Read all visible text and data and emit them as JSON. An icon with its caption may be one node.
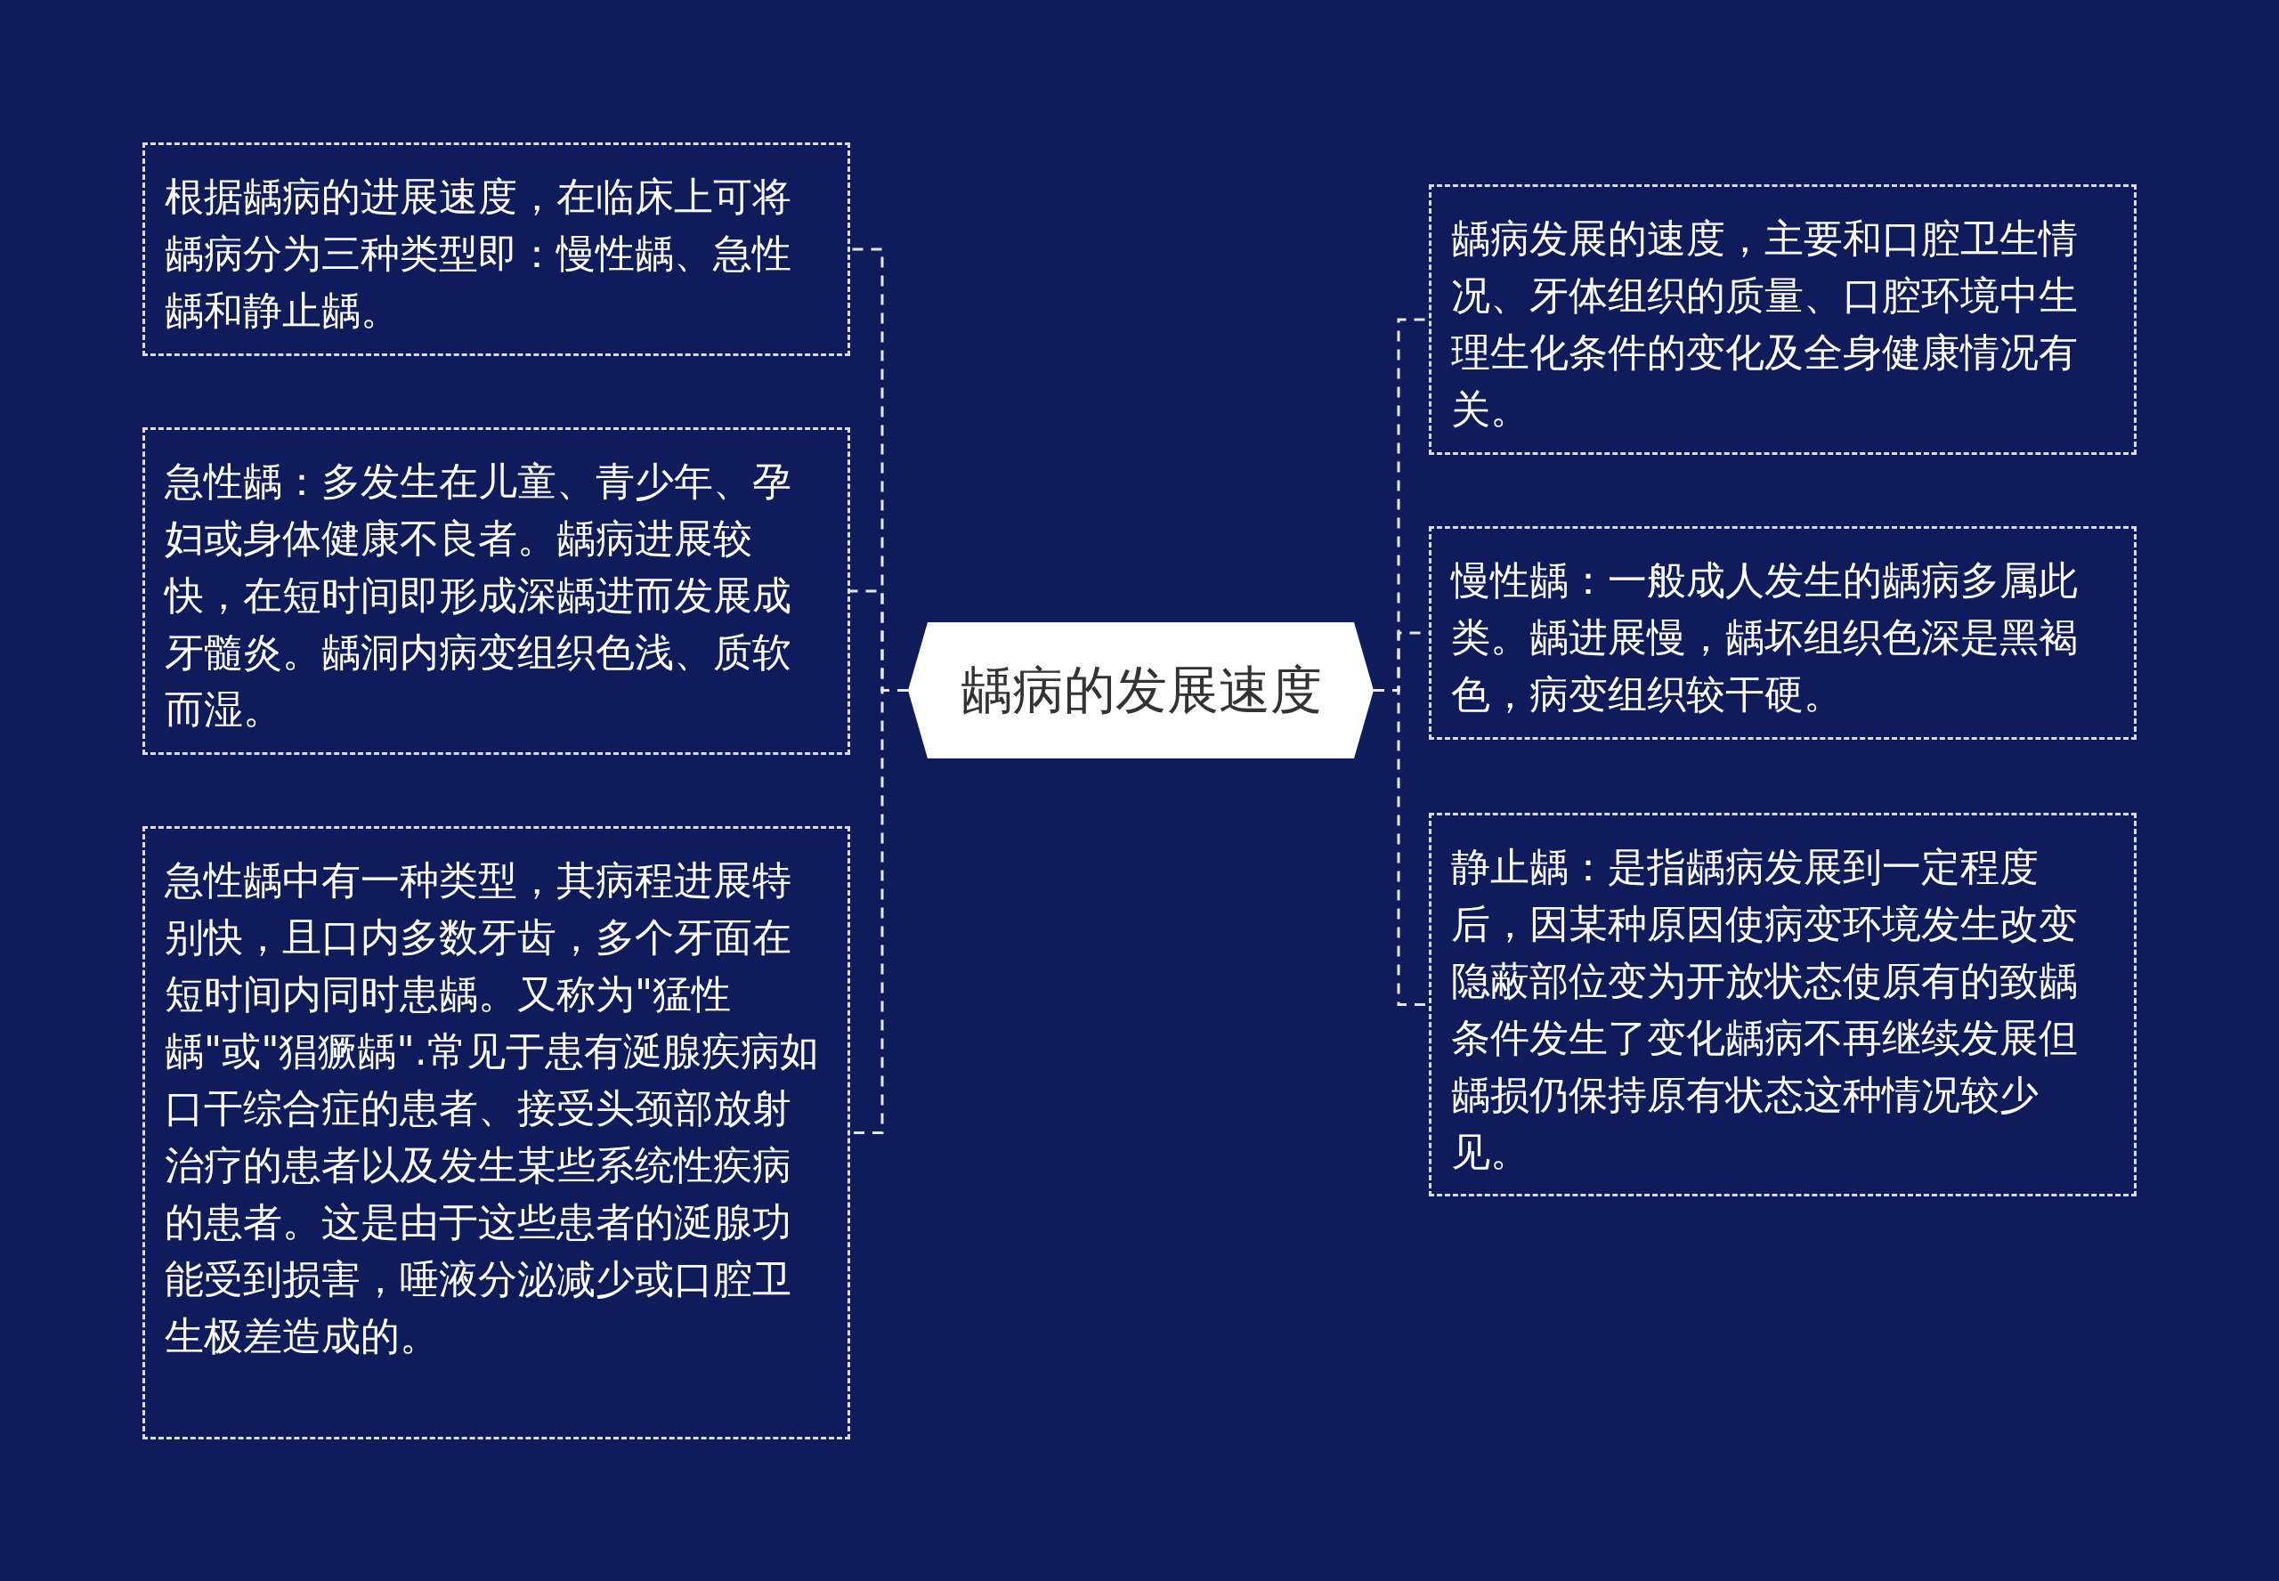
{
  "diagram": {
    "nodes": [
      {
        "text": [
          "龋病的发展速度"
        ]
      },
      {
        "text": [
          "根据龋病的进展速度，在临床上可将龋病分为三种类型即：慢性龋、急性龋和静止龋。"
        ]
      },
      {
        "text": [
          "急性龋：多发生在儿童、青少年、孕妇或身体健康不良者。龋病进展较快，在短时间即形成深龋进而发展成牙髓炎。龋洞内病变组织色浅、质软而湿。"
        ]
      },
      {
        "text": [
          "急性龋中有一种类型，其病程进展特别快，且口内多数牙齿，多个牙面在短时间内同时患龋。又称为\"猛性龋\"或\"猖獗龋\".常见于患有涎腺疾病如口干综合症的患者、接受头颈部放射治疗的患者以及发生某些系统性疾病的患者。这是由于这些患者的涎腺功能受到损害，唾液分泌减少或口腔卫生极差造成的。"
        ]
      },
      {
        "text": [
          "龋病发展的速度，主要和口腔卫生情况、牙体组织的质量、口腔环境中生理生化条件的变化及全身健康情况有关。"
        ]
      },
      {
        "text": [
          "慢性龋：一般成人发生的龋病多属此类。龋进展慢，龋坏组织色深是黑褐色，病变组织较干硬。"
        ]
      },
      {
        "text": [
          "静止龋：是指龋病发展到一定程度后，因某种原因使病变环境发生改变隐蔽部位变为开放状态使原有的致龋条件发生了变化龋病不再继续发展但龋损仍保持原有状态这种情况较少见。"
        ]
      }
    ],
    "edges": [
      {
        "from": 0,
        "to": 1,
        "arrow": "none",
        "style": "dashed"
      },
      {
        "from": 0,
        "to": 2,
        "arrow": "none",
        "style": "dashed"
      },
      {
        "from": 0,
        "to": 3,
        "arrow": "none",
        "style": "dashed"
      },
      {
        "from": 0,
        "to": 4,
        "arrow": "none",
        "style": "dashed"
      },
      {
        "from": 0,
        "to": 5,
        "arrow": "none",
        "style": "dashed"
      },
      {
        "from": 0,
        "to": 6,
        "arrow": "none",
        "style": "dashed"
      }
    ]
  }
}
